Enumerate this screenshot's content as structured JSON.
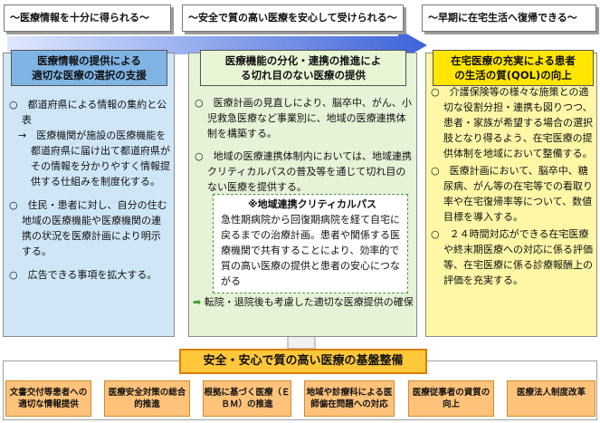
{
  "banners": [
    "～医療情報を十分に得られる～",
    "～安全で質の高い医療を安心して受けられる～",
    "～早期に在宅生活へ復帰できる～"
  ],
  "columns": {
    "left": {
      "title_line1": "医療情報の提供による",
      "title_line2": "適切な医療の選択の支援",
      "items": [
        "○　都道府県による情報の集約と公表",
        "→　医療機関が施設の医療機能を都道府県に届け出て都道府県がその情報を分かりやすく情報提供する仕組みを制度化する。",
        "○　住民・患者に対し、自分の住む地域の医療機能や医療機関の連携の状況を医療計画により明示する。",
        "○　広告できる事項を拡大する。"
      ]
    },
    "middle": {
      "title_line1": "医療機能の分化・連携の推進によ",
      "title_line2": "る切れ目のない医療の提供",
      "items": [
        "○　医療計画の見直しにより、脳卒中、がん、小児救急医療など事業別に、地域の医療連携体制を構築する。",
        "○　地域の医療連携体制内においては、地域連携クリティカルパスの普及等を通じて切れ目のない医療を提供する。"
      ],
      "critical_path": {
        "title": "※地域連携クリティカルパス",
        "text": "急性期病院から回復期病院を経て自宅に戻るまでの治療計画。患者や関係する医療機関で共有することにより、効率的で質の高い医療の提供と患者の安心につながる"
      },
      "transfer": "転院・退院後も考慮した適切な医療提供の確保"
    },
    "right": {
      "title_line1": "在宅医療の充実による患者",
      "title_line2": "の生活の質(QOL)の向上",
      "items": [
        "○　介護保険等の様々な施策との適切な役割分担・連携も図りつつ、患者・家族が希望する場合の選択肢となり得るよう、在宅医療の提供体制を地域において整備する。",
        "○　医療計画において、脳卒中、糖尿病、がん等の在宅等での看取り率や在宅復帰率等について、数値目標を導入する。",
        "○　２４時間対応ができる在宅医療や終末期医療への対応に係る評価等、在宅医療に係る診療報酬上の評価を充実する。"
      ]
    }
  },
  "foundation": {
    "title": "安全・安心で質の高い医療の基盤整備",
    "items": [
      "文書交付等患者への適切な情報提供",
      "医療安全対策の総合的推進",
      "根拠に基づく医療（ＥＢＭ）の推進",
      "地域や診療科による医師偏在問題への対応",
      "医療従事者の資質の向上",
      "医療法人制度改革"
    ]
  },
  "colors": {
    "left_bg": "#cfe6f7",
    "left_head": "#7fb4e4",
    "mid_bg": "#e6f3d7",
    "right_bg": "#fff7a6",
    "right_head": "#ffe500",
    "foundation_title": "#ffc83a",
    "foundation_items": "#ffc27a",
    "flow_arrow": "#4f6fd6"
  }
}
